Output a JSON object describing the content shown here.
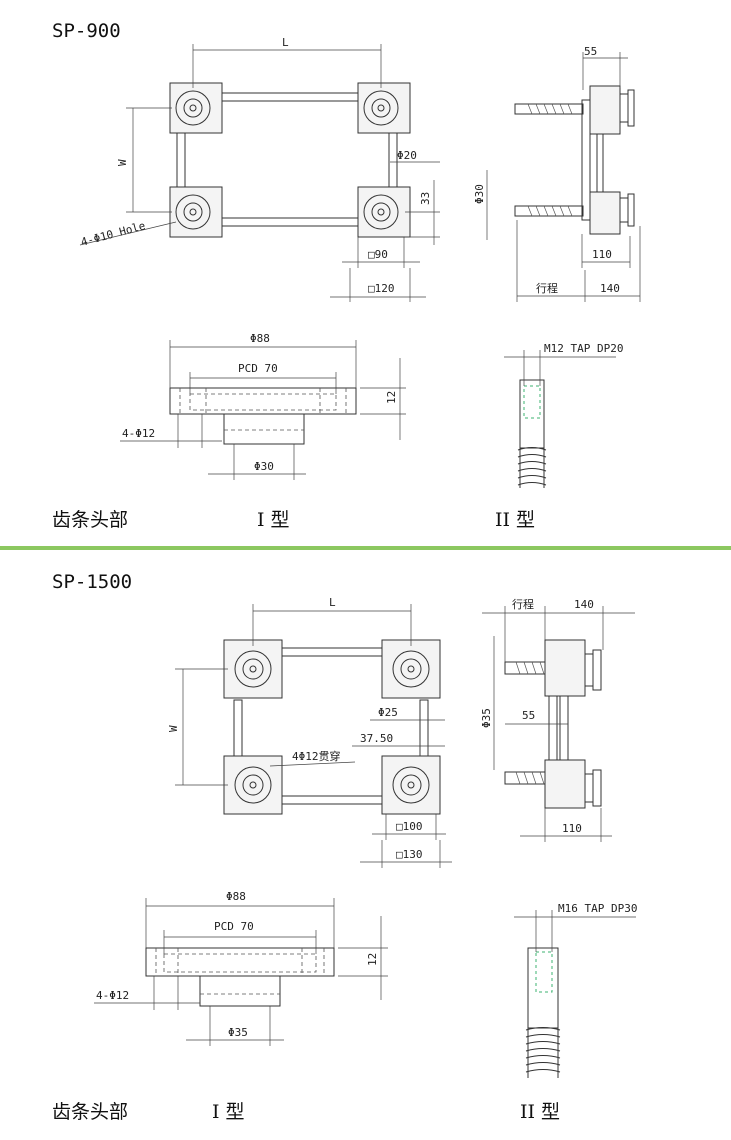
{
  "section1": {
    "title": "SP-900",
    "top": {
      "dim_L": "L",
      "dim_W": "W",
      "hole": "4-Φ10 Hole",
      "dia_20": "Φ20",
      "dim_33": "33",
      "sq_90": "□90",
      "sq_120": "□120"
    },
    "side": {
      "dim_55": "55",
      "dia_30": "Φ30",
      "dim_110": "110",
      "stroke": "行程",
      "dim_140": "140"
    },
    "flange": {
      "dia_88": "Φ88",
      "pcd": "PCD 70",
      "dim_12": "12",
      "holes": "4-Φ12",
      "dia_30": "Φ30"
    },
    "rod": {
      "tap": "M12 TAP DP20"
    },
    "caption_rack": "齿条头部",
    "caption_type1": "I 型",
    "caption_type2": "II 型"
  },
  "section2": {
    "title": "SP-1500",
    "top": {
      "dim_L": "L",
      "dim_W": "W",
      "dia_25": "Φ25",
      "dim_3750": "37.50",
      "holes": "4Φ12贯穿",
      "sq_100": "□100",
      "sq_130": "□130"
    },
    "side": {
      "stroke": "行程",
      "dim_140": "140",
      "dia_35": "Φ35",
      "dim_55": "55",
      "dim_110": "110"
    },
    "flange": {
      "dia_88": "Φ88",
      "pcd": "PCD 70",
      "dim_12": "12",
      "holes": "4-Φ12",
      "dia_35": "Φ35"
    },
    "rod": {
      "tap": "M16 TAP DP30"
    },
    "caption_rack": "齿条头部",
    "caption_type1": "I 型",
    "caption_type2": "II 型"
  },
  "colors": {
    "divider": "#8cc860",
    "tap_mark": "#3cb371"
  }
}
